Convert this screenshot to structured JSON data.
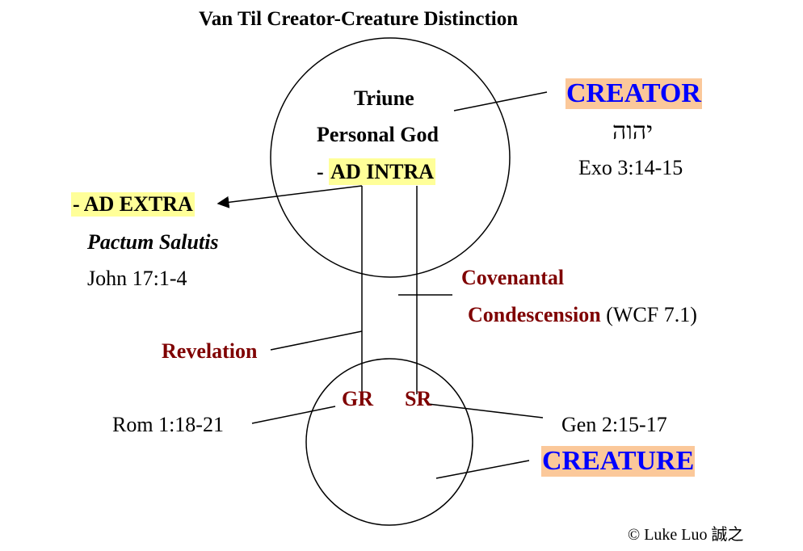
{
  "title": "Van Til Creator-Creature Distinction",
  "creator": {
    "label": "CREATOR",
    "hebrew": "יהוה",
    "ref": "Exo 3:14-15"
  },
  "god": {
    "line1": "Triune",
    "line2": "Personal God",
    "dash": "- ",
    "ad_intra": "AD INTRA"
  },
  "ad_extra": {
    "label": "- AD EXTRA",
    "pactum": "Pactum Salutis",
    "ref": "John 17:1-4"
  },
  "covenantal": {
    "line1": "Covenantal",
    "line2": "Condescension",
    "ref": "(WCF 7.1)"
  },
  "revelation": {
    "label": "Revelation"
  },
  "creature": {
    "label": "CREATURE",
    "gr": "GR",
    "sr": "SR",
    "rom_ref": "Rom 1:18-21",
    "gen_ref": "Gen 2:15-17"
  },
  "copyright": "© Luke Luo  誠之",
  "colors": {
    "accent_red": "#7f0000",
    "accent_blue": "#0000ff",
    "highlight_yellow": "#ffff99",
    "highlight_orange": "#fbc89a"
  }
}
